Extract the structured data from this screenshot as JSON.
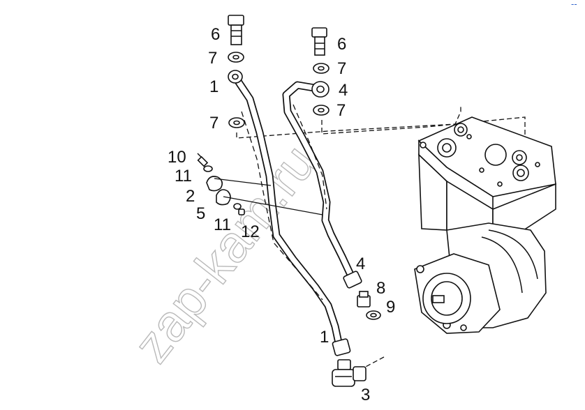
{
  "watermark": "zap-kam.ru",
  "corner_mark": "--",
  "callouts": [
    "6",
    "7",
    "1",
    "7",
    "6",
    "7",
    "4",
    "7",
    "10",
    "11",
    "2",
    "5",
    "11",
    "12",
    "4",
    "8",
    "9",
    "1",
    "3"
  ]
}
